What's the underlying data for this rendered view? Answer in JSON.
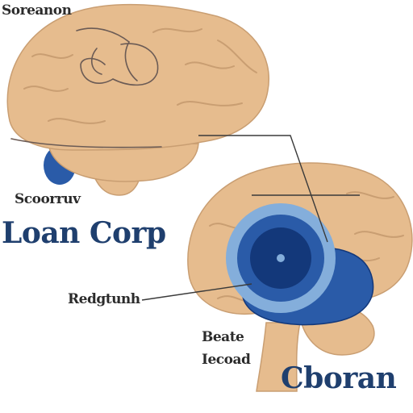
{
  "labels": {
    "top_left": "Soreanon",
    "left_small": "Scoorruv",
    "left_big": "Loan Corp",
    "pointer": "Redgtunh",
    "lower_a": "Beate",
    "lower_b": "Iecoad",
    "bottom_big": "Cboran"
  },
  "colors": {
    "brain_fill": "#e6bc8e",
    "brain_fold": "#c99e72",
    "outline": "#6b5b55",
    "blue_outer": "#84aedb",
    "blue_mid": "#2a5ba8",
    "blue_dark": "#13387a",
    "label_dark": "#1f3f6e",
    "text": "#2b2b2b"
  },
  "icons": {
    "upper_brain": "brain-icon",
    "lower_brain": "brain-icon"
  }
}
